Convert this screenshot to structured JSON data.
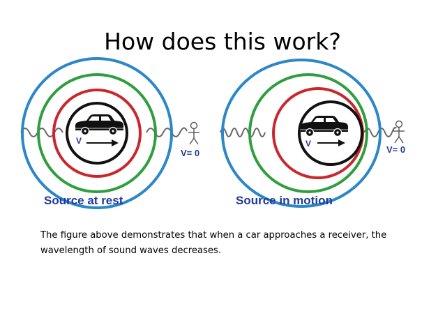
{
  "slide": {
    "title": "How does this work?",
    "caption_lines": [
      "The figure above demonstrates that when a car approaches a receiver, the",
      "wavelength of sound waves decreases."
    ]
  },
  "diagram": {
    "panels": [
      {
        "key": "rest",
        "label": "Source at rest",
        "velocity_label": "V",
        "observer_label": "V= 0"
      },
      {
        "key": "motion",
        "label": "Source in motion",
        "velocity_label": "V",
        "observer_label": "V= 0"
      }
    ],
    "colors": {
      "ring_outer": "#2b87c6",
      "ring_second": "#2e9e3e",
      "ring_third": "#c8282d",
      "ring_inner": "#111111",
      "label_blue": "#1f3a9c",
      "wave": "#666666"
    },
    "icons": {
      "source": "car-icon",
      "receiver": "stick-figure-icon",
      "velocity": "arrow-right-icon"
    }
  }
}
